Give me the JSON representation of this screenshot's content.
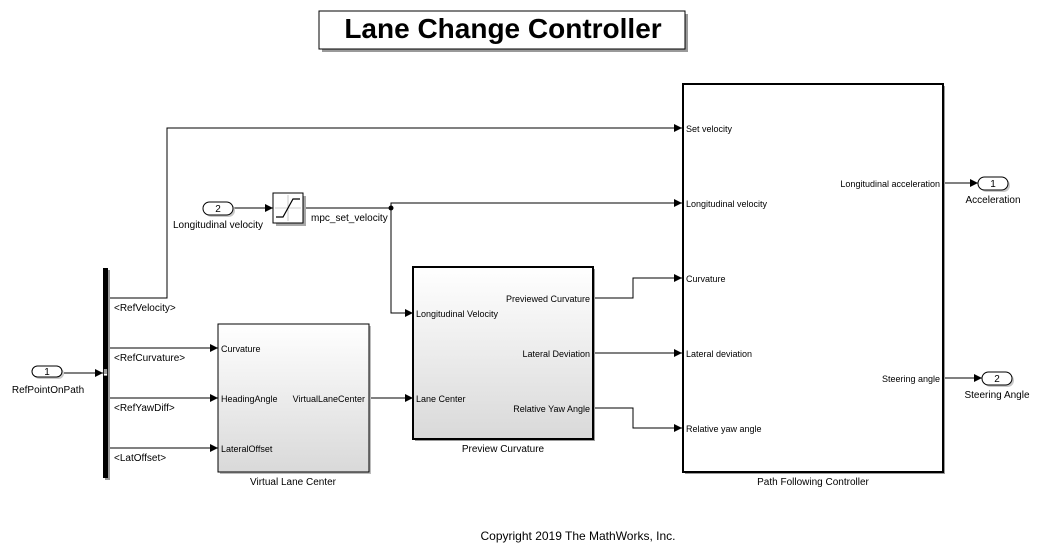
{
  "title": "Lane Change Controller",
  "copyright": "Copyright 2019 The MathWorks, Inc.",
  "inports": [
    {
      "number": "1",
      "label": "RefPointOnPath"
    },
    {
      "number": "2",
      "label": "Longitudinal velocity"
    }
  ],
  "outports": [
    {
      "number": "1",
      "label": "Acceleration"
    },
    {
      "number": "2",
      "label": "Steering Angle"
    }
  ],
  "bus_signals": [
    "<RefVelocity>",
    "<RefCurvature>",
    "<RefYawDiff>",
    "<LatOffset>"
  ],
  "saturation_output_label": "mpc_set_velocity",
  "blocks": {
    "virtual_lane_center": {
      "name": "Virtual Lane Center",
      "inputs": [
        "Curvature",
        "HeadingAngle",
        "LateralOffset"
      ],
      "outputs": [
        "VirtualLaneCenter"
      ]
    },
    "preview_curvature": {
      "name": "Preview Curvature",
      "inputs": [
        "Longitudinal Velocity",
        "Lane Center"
      ],
      "outputs": [
        "Previewed Curvature",
        "Lateral Deviation",
        "Relative Yaw Angle"
      ]
    },
    "path_following": {
      "name": "Path Following Controller",
      "inputs": [
        "Set velocity",
        "Longitudinal velocity",
        "Curvature",
        "Lateral deviation",
        "Relative yaw angle"
      ],
      "outputs": [
        "Longitudinal acceleration",
        "Steering angle"
      ]
    }
  }
}
